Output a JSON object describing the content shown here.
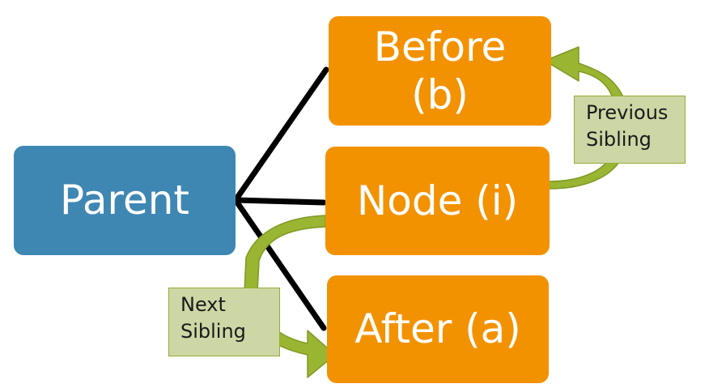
{
  "diagram": {
    "parent": {
      "label": "Parent"
    },
    "before": {
      "label": "Before\n(b)"
    },
    "node": {
      "label": "Node (i)"
    },
    "after": {
      "label": "After (a)"
    },
    "previous_sibling": {
      "label": "Previous\nSibling"
    },
    "next_sibling": {
      "label": "Next\nSibling"
    }
  },
  "colors": {
    "parent_fill": "#3f87b3",
    "child_fill": "#f39200",
    "arrow_fill": "#9ab532",
    "note_fill": "#cdd7a5",
    "connector": "#000000"
  }
}
